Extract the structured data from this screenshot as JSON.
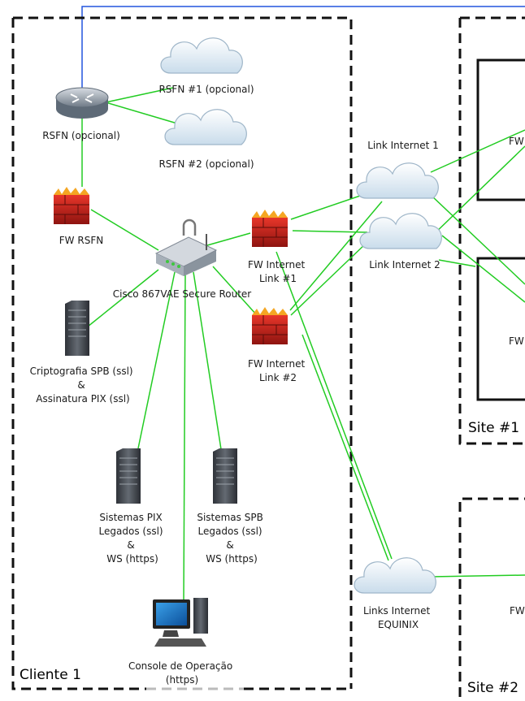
{
  "regions": {
    "client": "Cliente 1",
    "site1": "Site #1",
    "site2": "Site #2"
  },
  "nodes": {
    "rsfn1": "RSFN #1 (opcional)",
    "rsfn2": "RSFN #2 (opcional)",
    "rsfn_router": "RSFN (opcional)",
    "fw_rsfn": "FW RSFN",
    "cisco": "Cisco 867VAE Secure Router",
    "fw_link1": [
      "FW Internet",
      "Link #1"
    ],
    "fw_link2": [
      "FW Internet",
      "Link #2"
    ],
    "cripto": [
      "Criptografia SPB (ssl)",
      "&",
      "Assinatura PIX (ssl)"
    ],
    "pix": [
      "Sistemas PIX",
      "Legados (ssl)",
      "&",
      "WS (https)"
    ],
    "spb": [
      "Sistemas SPB",
      "Legados (ssl)",
      "&",
      "WS (https)"
    ],
    "console": [
      "Console de Operação",
      "(https)"
    ],
    "link1": "Link Internet 1",
    "link2": "Link Internet 2",
    "equinix": [
      "Links Internet",
      "EQUINIX"
    ]
  },
  "offpage": {
    "site1_fw_top": "FW",
    "site1_fw_bottom": "FW",
    "site2_fw": "FW"
  },
  "colors": {
    "link_line": "#22cc22",
    "wan_line": "#2255dd",
    "boundary": "#111111",
    "boundary_gray": "#bbbbbb"
  }
}
